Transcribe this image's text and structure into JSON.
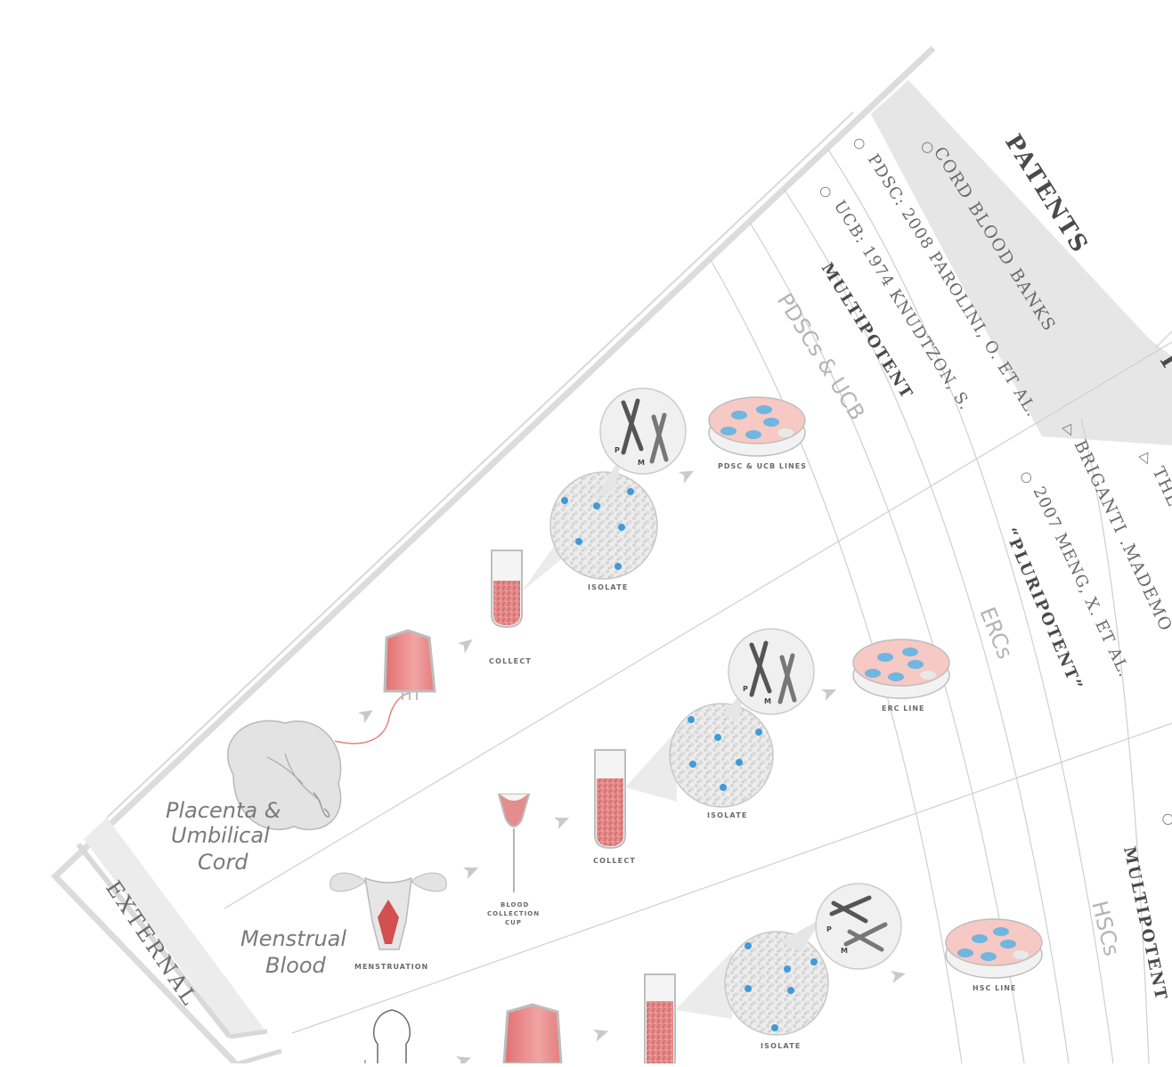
{
  "rings": {
    "external_label": "EXTERNAL",
    "patents_label": "PATENTS"
  },
  "patents": [
    {
      "marker": "○",
      "text": "CORD BLOOD BANKS"
    },
    {
      "marker": "▷",
      "text": "BRIGANTI .MADEMO"
    },
    {
      "marker": "▷",
      "text": "THE"
    }
  ],
  "sectors": [
    {
      "citations": [
        {
          "marker": "○",
          "text": "PDSC: 2008 PAROLINI, O. ET AL."
        },
        {
          "marker": "○",
          "text": "UCB: 1974 KNUDTZON, S."
        }
      ],
      "potency": "MULTIPOTENT",
      "cell_type": "PDSCs & UCB",
      "source": "Placenta & Umbilical Cord",
      "source_lines": [
        "Placenta &",
        "Umbilical",
        "Cord"
      ],
      "steps": {
        "collect": "COLLECT",
        "isolate": "ISOLATE",
        "line": "PDSC & UCB LINES"
      },
      "chromosome_labels": [
        "P",
        "M"
      ]
    },
    {
      "citations": [
        {
          "marker": "○",
          "text": "2007 MENG, X. ET AL."
        }
      ],
      "potency": "“PLURIPOTENT”",
      "cell_type": "ERCs",
      "source": "Menstrual Blood",
      "source_lines": [
        "Menstrual",
        "Blood"
      ],
      "steps": {
        "menstruation": "MENSTRUATION",
        "cup": "BLOOD COLLECTION CUP",
        "collect": "COLLECT",
        "isolate": "ISOLATE",
        "line": "ERC LINE"
      },
      "cup_lines": [
        "BLOOD",
        "COLLECTION",
        "CUP"
      ],
      "chromosome_labels": [
        "P",
        "M"
      ]
    },
    {
      "citations": [],
      "potency": "MULTIPOTENT",
      "cell_type": "HSCs",
      "source": "",
      "steps": {
        "isolate": "ISOLATE",
        "line": "HSC LINE"
      },
      "chromosome_labels": [
        "P",
        "M"
      ]
    }
  ],
  "colors": {
    "ring_band": "#e2e2e2",
    "line": "#c8c8c8",
    "text_dark": "#4a4a4a",
    "text_light": "#b4b4b4",
    "blood": "#e58a8a",
    "cell_blue": "#3f9bd8",
    "dish_pink": "#f6c9c4"
  },
  "icons": [
    "placenta-icon",
    "blood-bag-icon",
    "test-tube-icon",
    "cell-cluster-icon",
    "chromosome-icon",
    "petri-dish-icon",
    "uterus-icon",
    "collection-cup-icon",
    "person-icon",
    "arrow-icon"
  ]
}
